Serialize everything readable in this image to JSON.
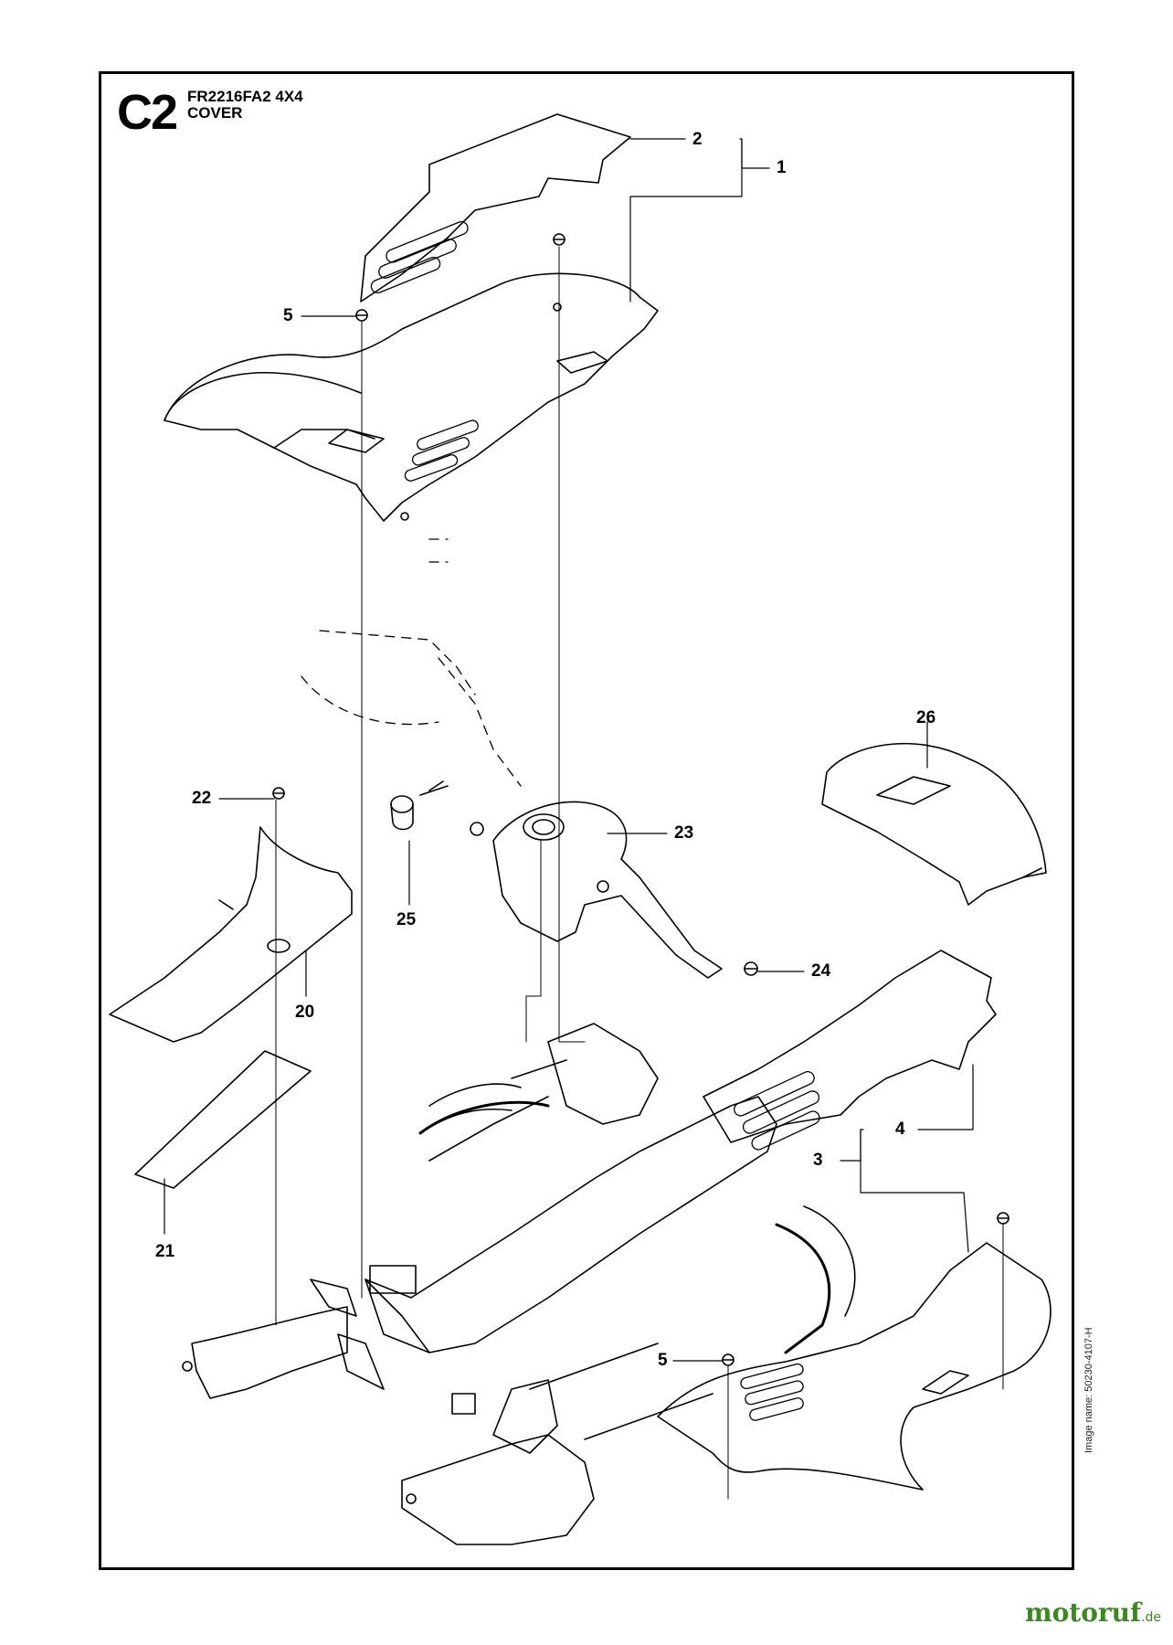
{
  "header": {
    "section_code": "C2",
    "model": "FR2216FA2 4X4",
    "title": "COVER"
  },
  "callouts": {
    "c1": "1",
    "c2": "2",
    "c3": "3",
    "c4": "4",
    "c5a": "5",
    "c5b": "5",
    "c20": "20",
    "c21": "21",
    "c22": "22",
    "c23": "23",
    "c24": "24",
    "c25": "25",
    "c26": "26"
  },
  "image_name": "Image name: 50230-4107-H",
  "watermark": {
    "brand": "motoruf",
    "suffix": ".de"
  },
  "colors": {
    "line": "#000000",
    "brand": "#3a8a1f",
    "brand_accent": "#e07b00"
  }
}
